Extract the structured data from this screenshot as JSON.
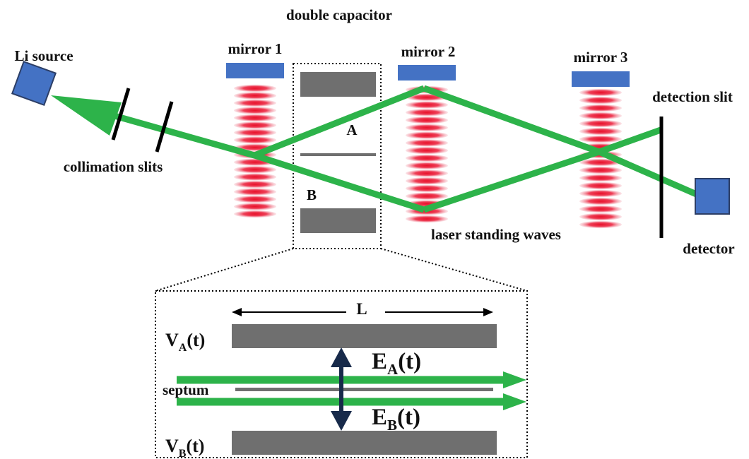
{
  "labels": {
    "double_capacitor": "double capacitor",
    "li_source": "Li source",
    "mirror_1": "mirror 1",
    "mirror_2": "mirror 2",
    "mirror_3": "mirror 3",
    "detection_slit": "detection slit",
    "collimation_slits": "collimation slits",
    "path_a": "A",
    "path_b": "B",
    "laser_standing_waves": "laser standing waves",
    "detector": "detector",
    "length": "L",
    "septum": "septum"
  },
  "inset": {
    "va_main": "V",
    "va_sub": "A",
    "va_tail": "(t)",
    "vb_main": "V",
    "vb_sub": "B",
    "vb_tail": "(t)",
    "ea_main": "E",
    "ea_sub": "A",
    "ea_tail": "(t)",
    "eb_main": "E",
    "eb_sub": "B",
    "eb_tail": "(t)"
  },
  "colors": {
    "beam": "#2db34a",
    "mirror": "#4472c4",
    "box": "#4472c4",
    "plate": "#6f6f6f",
    "laser": "#e8102a",
    "field_arrow": "#172a4a"
  }
}
